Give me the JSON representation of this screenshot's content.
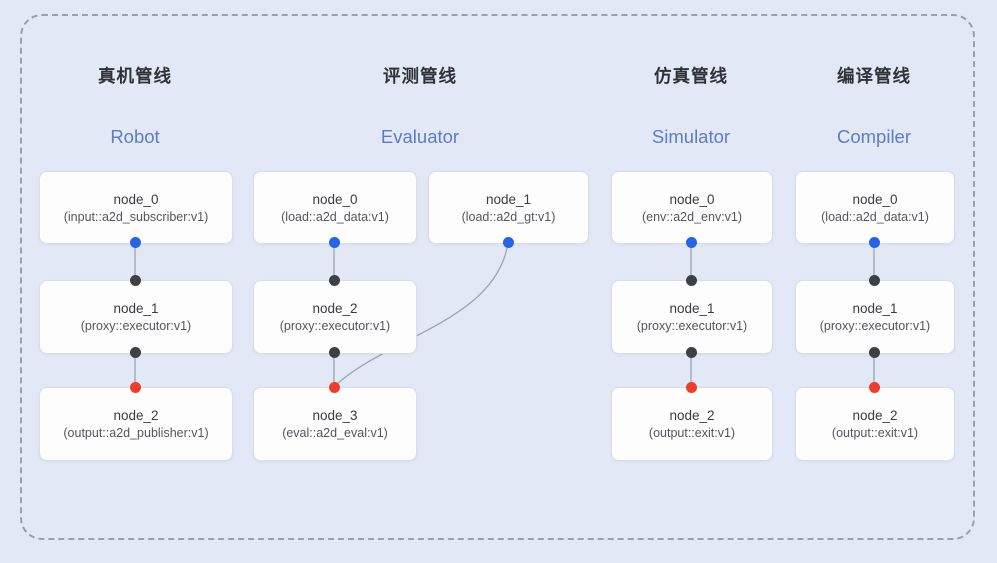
{
  "pipelines": [
    {
      "title_zh": "真机管线",
      "title_en": "Robot",
      "nodes": [
        {
          "name": "node_0",
          "type": "(input::a2d_subscriber:v1)"
        },
        {
          "name": "node_1",
          "type": "(proxy::executor:v1)"
        },
        {
          "name": "node_2",
          "type": "(output::a2d_publisher:v1)"
        }
      ]
    },
    {
      "title_zh": "评测管线",
      "title_en": "Evaluator",
      "nodes": [
        {
          "name": "node_0",
          "type": "(load::a2d_data:v1)"
        },
        {
          "name": "node_1",
          "type": "(load::a2d_gt:v1)"
        },
        {
          "name": "node_2",
          "type": "(proxy::executor:v1)"
        },
        {
          "name": "node_3",
          "type": "(eval::a2d_eval:v1)"
        }
      ]
    },
    {
      "title_zh": "仿真管线",
      "title_en": "Simulator",
      "nodes": [
        {
          "name": "node_0",
          "type": "(env::a2d_env:v1)"
        },
        {
          "name": "node_1",
          "type": "(proxy::executor:v1)"
        },
        {
          "name": "node_2",
          "type": "(output::exit:v1)"
        }
      ]
    },
    {
      "title_zh": "编译管线",
      "title_en": "Compiler",
      "nodes": [
        {
          "name": "node_0",
          "type": "(load::a2d_data:v1)"
        },
        {
          "name": "node_1",
          "type": "(proxy::executor:v1)"
        },
        {
          "name": "node_2",
          "type": "(output::exit:v1)"
        }
      ]
    }
  ],
  "ports": {
    "blue_dot_meaning": "output-port-dot",
    "black_dot_meaning": "input-port-dot",
    "red_dot_meaning": "sink-port-dot"
  },
  "colors": {
    "background": "#e2e8f5",
    "card_background": "#fdfdfe",
    "card_border": "#d8dde8",
    "frame_border": "#9aa1ae",
    "connector": "#9aa3b4",
    "blue_dot": "#2663e8",
    "black_dot": "#3d4045",
    "red_dot": "#ee3e2b",
    "title_zh_color": "#303238",
    "title_en_color": "#5b7dc8",
    "node_name_color": "#3a3c40",
    "node_type_color": "#55565c"
  }
}
